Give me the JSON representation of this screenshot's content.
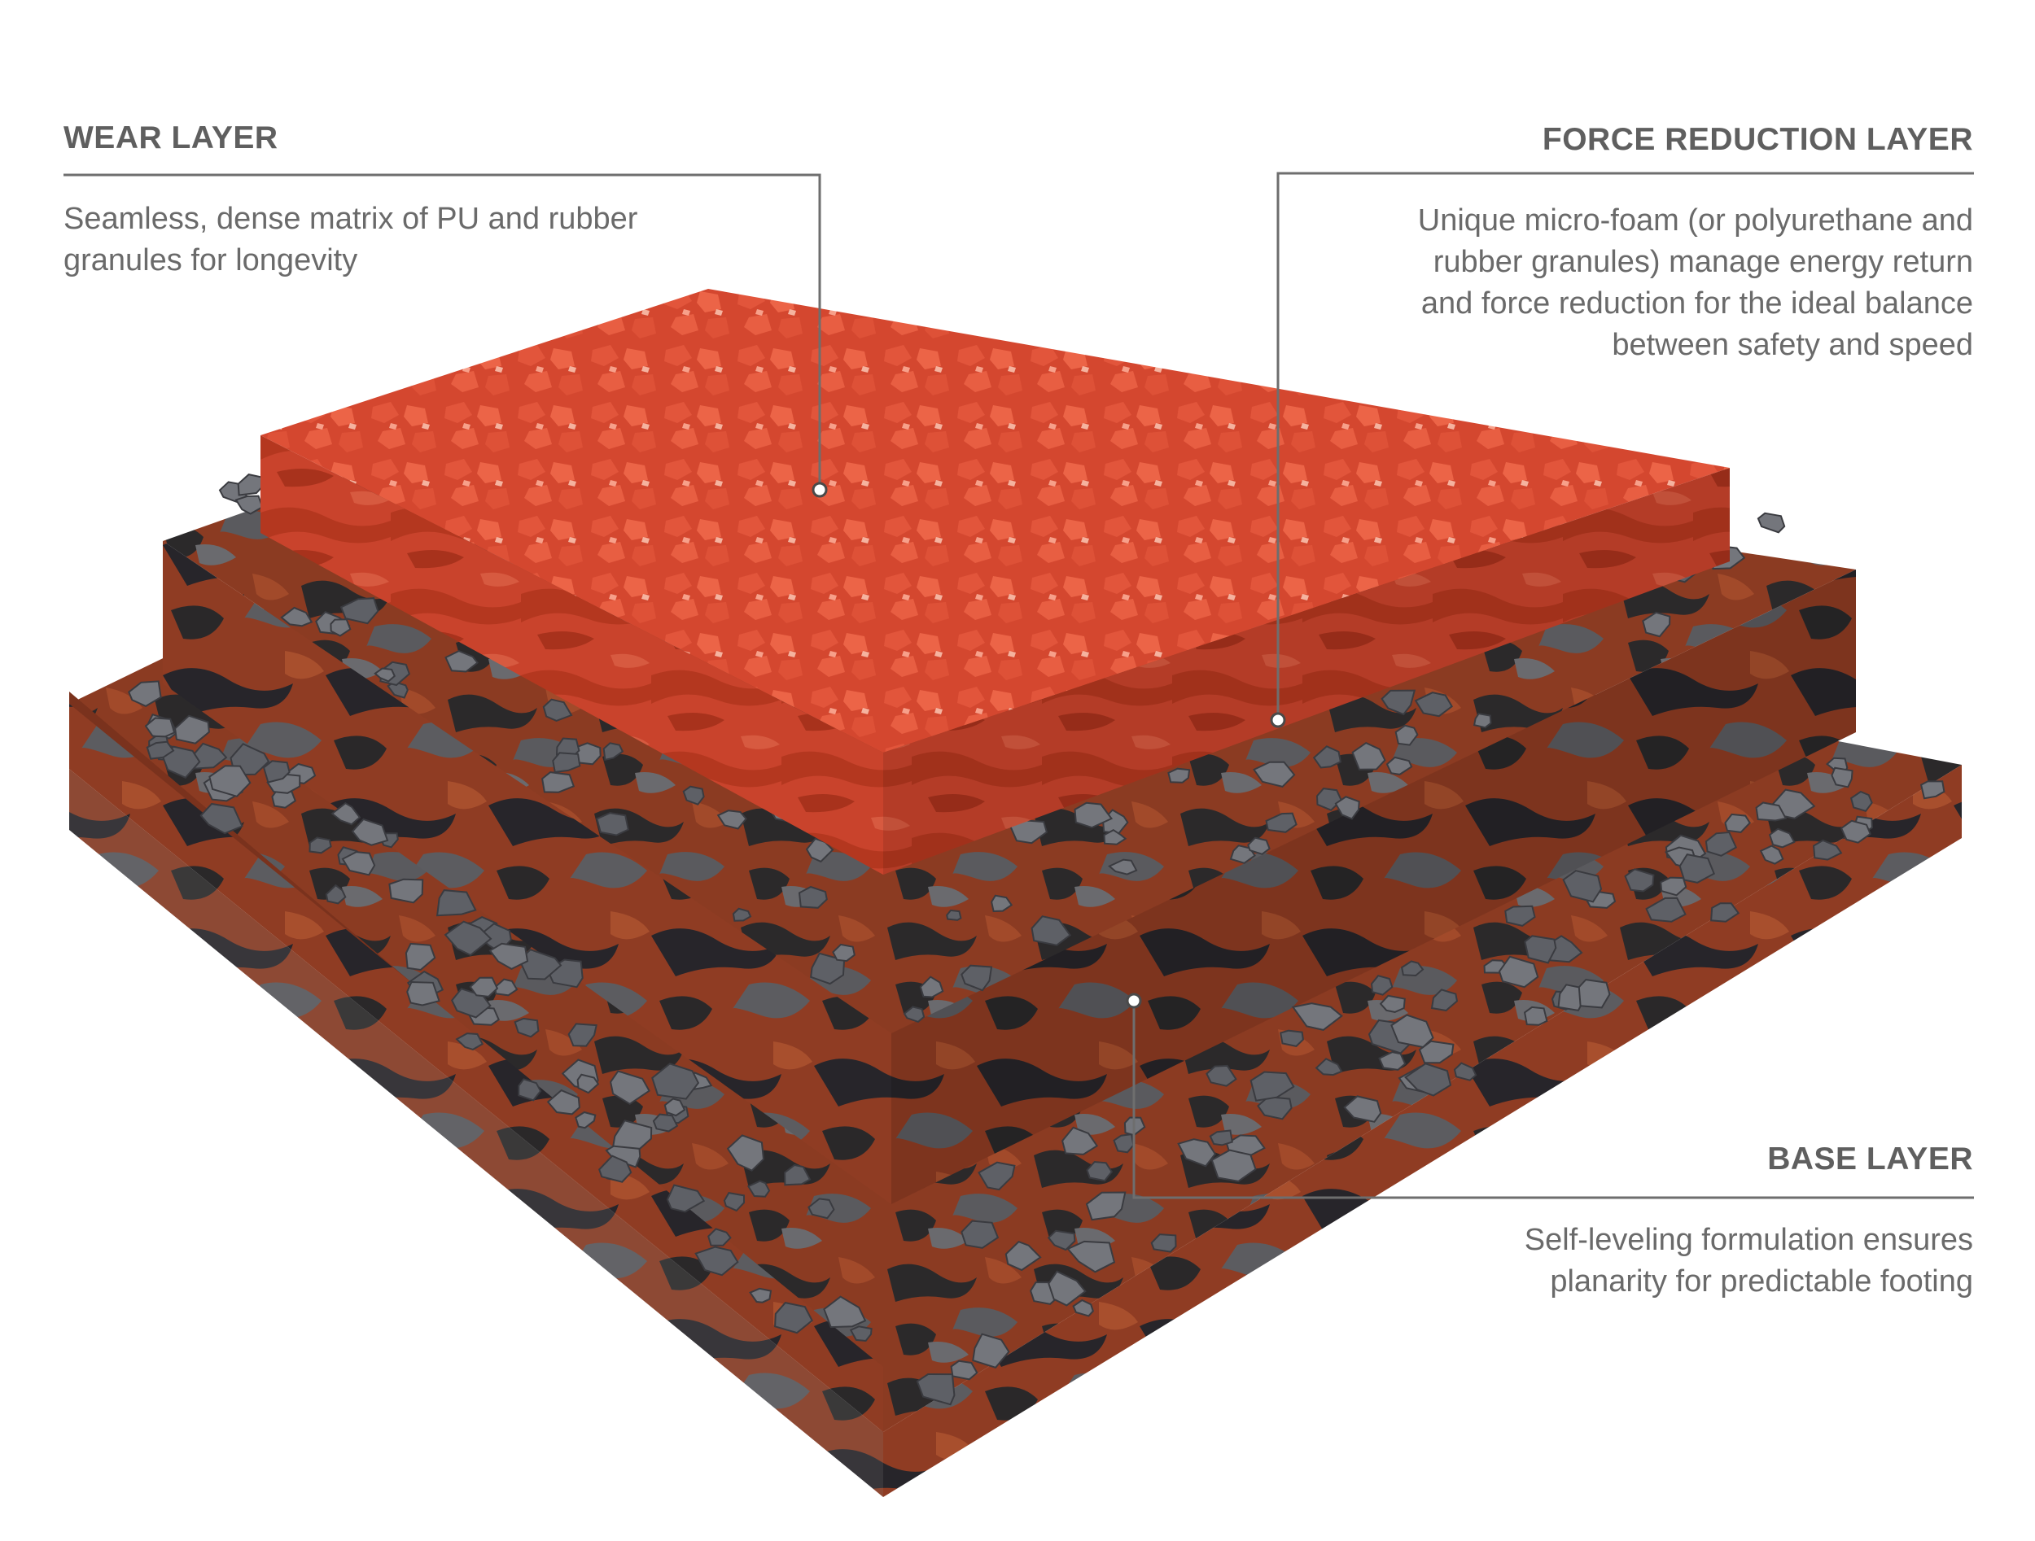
{
  "wear_layer": {
    "title": "WEAR LAYER",
    "description_lines": [
      "Seamless, dense matrix of PU and rubber",
      "granules for longevity"
    ]
  },
  "force_reduction_layer": {
    "title": "FORCE REDUCTION LAYER",
    "description_lines": [
      "Unique micro-foam (or polyurethane and",
      "rubber granules) manage energy return",
      "and force reduction for the ideal balance",
      "between safety and speed"
    ]
  },
  "base_layer": {
    "title": "BASE LAYER",
    "description_lines": [
      "Self-leveling formulation ensures",
      "planarity for predictable footing"
    ]
  },
  "colors": {
    "label_title": "#5f5f5f",
    "label_text": "#6a6a6a",
    "leader_line": "#6e6e6e",
    "wear_top": "#d94a32",
    "wear_side": "#c8412c",
    "granule_rubber": "#5f6066",
    "layer_brown": "#8a3a22",
    "layer_dark": "#2c2a2b"
  }
}
